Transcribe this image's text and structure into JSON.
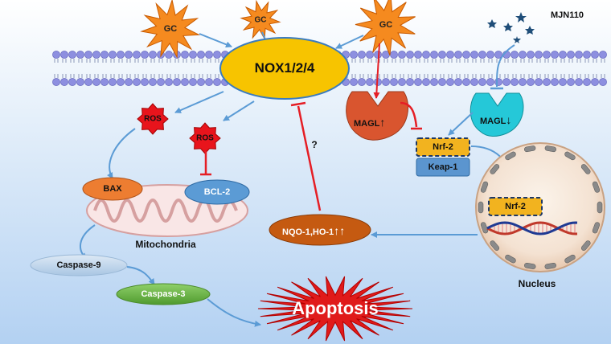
{
  "stimulus": {
    "gc_label": "GC",
    "mjn_label": "MJN110"
  },
  "membrane": {
    "nox_label": "NOX1/2/4"
  },
  "ros": {
    "label": "ROS"
  },
  "mito": {
    "bax_label": "BAX",
    "bcl2_label": "BCL-2",
    "mitochondria_label": "Mitochondria"
  },
  "caspases": {
    "caspase9_label": "Caspase-9",
    "caspase3_label": "Caspase-3"
  },
  "apoptosis": {
    "label": "Apoptosis"
  },
  "magl": {
    "label": "MAGL",
    "up_arrow": "↑",
    "down_arrow": "↓"
  },
  "nrf": {
    "nrf2_label": "Nrf-2",
    "keap1_label": "Keap-1"
  },
  "nucleus": {
    "label": "Nucleus"
  },
  "enzymes": {
    "label": "NQO-1,HO-1",
    "arrows": "↑↑"
  },
  "question": {
    "label": "?"
  },
  "colors": {
    "orange": "#f58a1f",
    "yellow": "#f7c400",
    "red": "#e8141c",
    "blue_arrow": "#5b9bd5",
    "red_arrow": "#e51e25",
    "magl_red": "#d9552f",
    "magl_cyan": "#25c8d8",
    "nrf_yellow": "#f2b31f",
    "keap_blue": "#5b95cf",
    "bax_orange": "#ed7d31",
    "bcl_blue": "#5b9bd5",
    "caspase9": "#bcd4ea",
    "caspase3_green": "#6ab744",
    "enzyme_brown": "#c55a11",
    "apoptosis_red": "#e01a1a",
    "star_navy": "#1f4e79"
  }
}
